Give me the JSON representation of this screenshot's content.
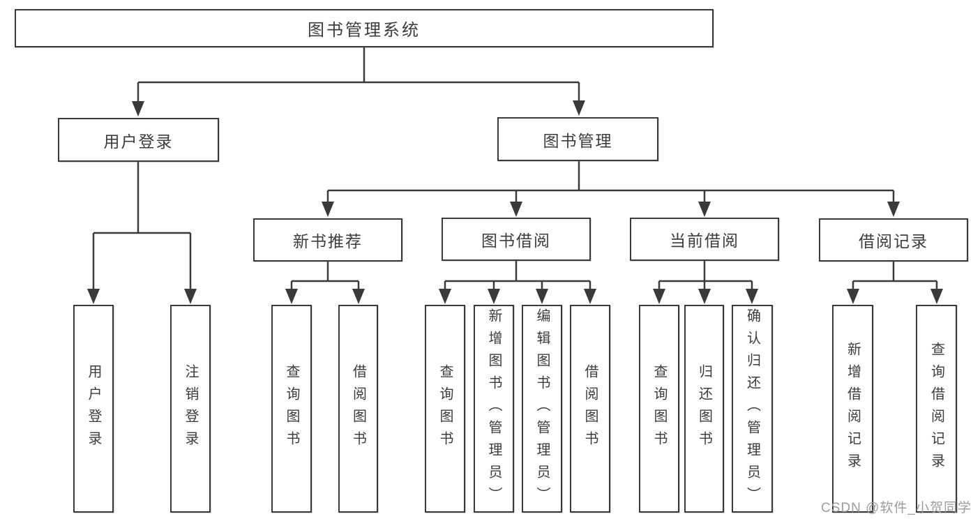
{
  "diagram_type": "hierarchy-tree",
  "watermark": "CSDN @软件_小贺同学",
  "colors": {
    "background": "#ffffff",
    "line": "#3a3a3a",
    "box_border": "#3a3a3a",
    "text": "#3c3c3c",
    "watermark_text": "#9c9c9c"
  },
  "tree": {
    "label": "图书管理系统",
    "children": [
      {
        "label": "用户登录",
        "children": [
          {
            "label": "用户登录"
          },
          {
            "label": "注销登录"
          }
        ]
      },
      {
        "label": "图书管理",
        "children": [
          {
            "label": "新书推荐",
            "children": [
              {
                "label": "查询图书"
              },
              {
                "label": "借阅图书"
              }
            ]
          },
          {
            "label": "图书借阅",
            "children": [
              {
                "label": "查询图书"
              },
              {
                "label": "新增图书（管理员）"
              },
              {
                "label": "编辑图书（管理员）"
              },
              {
                "label": "借阅图书"
              }
            ]
          },
          {
            "label": "当前借阅",
            "children": [
              {
                "label": "查询图书"
              },
              {
                "label": "归还图书"
              },
              {
                "label": "确认归还（管理员）"
              }
            ]
          },
          {
            "label": "借阅记录",
            "children": [
              {
                "label": "新增借阅记录"
              },
              {
                "label": "查询借阅记录"
              }
            ]
          }
        ]
      }
    ]
  }
}
